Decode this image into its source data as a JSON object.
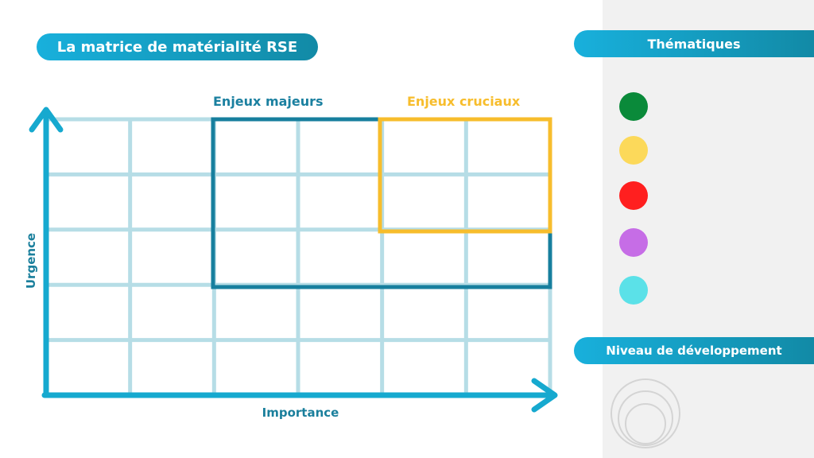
{
  "title": "La matrice de matérialité RSE",
  "zones": {
    "majeurs_label": "Enjeux majeurs",
    "cruciaux_label": "Enjeux cruciaux"
  },
  "axes": {
    "x_label": "Importance",
    "y_label": "Urgence"
  },
  "grid": {
    "columns": 6,
    "rows": 5
  },
  "colors": {
    "accent": "#16a9cf",
    "grid": "#b6dde6",
    "majeurs": "#177f9e",
    "cruciaux": "#f7bd2c"
  },
  "legend": {
    "thematiques_title": "Thématiques",
    "niveau_title": "Niveau de développement",
    "theme_colors": [
      "#0a8a3a",
      "#fcd95a",
      "#ff1f1f",
      "#c66de6",
      "#5be1e8"
    ],
    "level_icon": "concentric-circles-icon"
  }
}
